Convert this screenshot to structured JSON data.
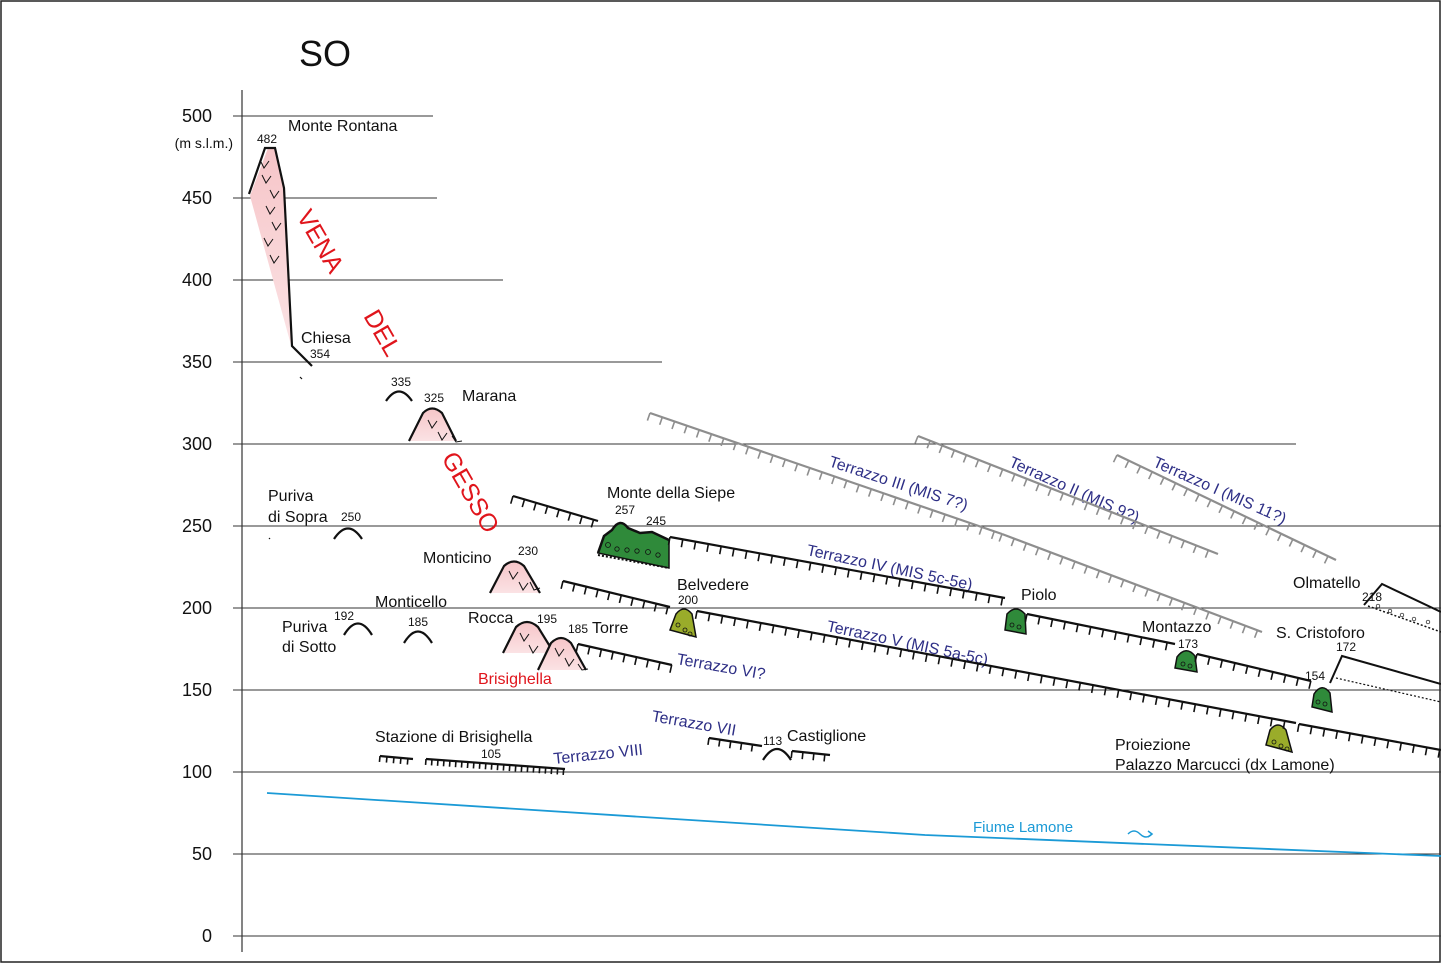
{
  "direction": "SO",
  "yaxis": {
    "unit": "(m s.l.m.)",
    "ticks": [
      "500",
      "450",
      "400",
      "350",
      "300",
      "250",
      "200",
      "150",
      "100",
      "50",
      "0"
    ]
  },
  "formation_label": {
    "word1": "VENA",
    "word2": "DEL",
    "word3": "GESSO"
  },
  "places": {
    "monte_rontana": "Monte Rontana",
    "chiesa": "Chiesa",
    "marana": "Marana",
    "puriva_sopra_1": "Puriva",
    "puriva_sopra_2": "di Sopra",
    "monticino": "Monticino",
    "monticello": "Monticello",
    "puriva_sotto_1": "Puriva",
    "puriva_sotto_2": "di Sotto",
    "rocca": "Rocca",
    "torre": "Torre",
    "brisighella": "Brisighella",
    "monte_della_siepe": "Monte della Siepe",
    "belvedere": "Belvedere",
    "piolo": "Piolo",
    "montazzo": "Montazzo",
    "olmatello": "Olmatello",
    "s_cristoforo": "S. Cristoforo",
    "stazione": "Stazione di Brisighella",
    "castiglione": "Castiglione",
    "proiezione_1": "Proiezione",
    "proiezione_2": "Palazzo Marcucci (dx Lamone)",
    "fiume": "Fiume Lamone"
  },
  "elevations": {
    "monte_rontana": "482",
    "chiesa": "354",
    "p335": "335",
    "marana": "325",
    "puriva_sopra": "250",
    "monte_siepe_a": "257",
    "monte_siepe_b": "245",
    "monticino": "230",
    "belvedere": "200",
    "puriva_sotto": "192",
    "monticello": "185",
    "rocca": "195",
    "torre": "185",
    "montazzo": "173",
    "olmatello": "218",
    "s_cristoforo": "172",
    "p154": "154",
    "stazione": "105",
    "castiglione": "113"
  },
  "terraces": {
    "t1": "Terrazzo I (MIS 11?)",
    "t2": "Terrazzo II (MIS 9?)",
    "t3": "Terrazzo III (MIS 7?)",
    "t4": "Terrazzo IV (MIS 5c-5e)",
    "t5": "Terrazzo V (MIS 5a-5c)",
    "t6": "Terrazzo VI?",
    "t7": "Terrazzo VII",
    "t8": "Terrazzo VIII"
  },
  "colors": {
    "gypsum_red": "#e0151c",
    "gypsum_fill": "#f6c5c8",
    "terrace_label": "#2e2f86",
    "older_terrace_grey": "#8e8e8e",
    "dark_green": "#2f8a3a",
    "olive_green": "#9aac2a",
    "river_blue": "#1b9ad6"
  }
}
